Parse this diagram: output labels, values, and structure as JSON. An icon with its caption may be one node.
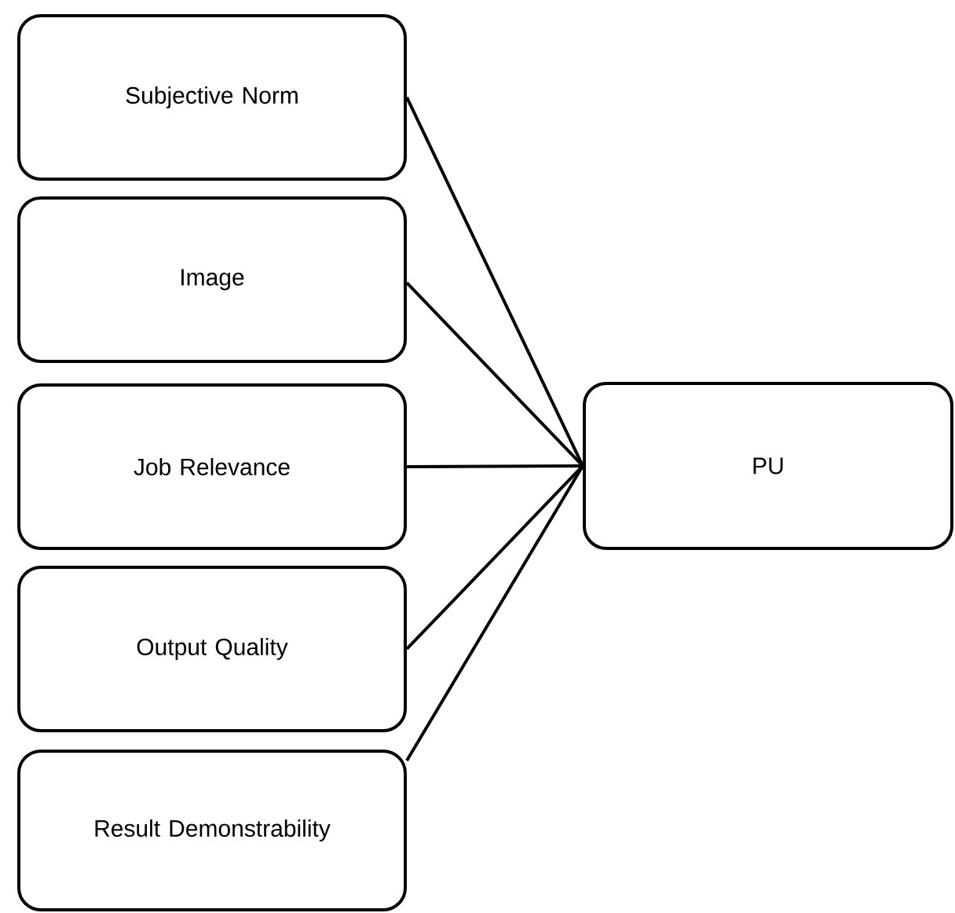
{
  "diagram": {
    "nodes": [
      {
        "text": [
          "Subjective Norm"
        ]
      },
      {
        "text": [
          "Image"
        ]
      },
      {
        "text": [
          "Job Relevance"
        ]
      },
      {
        "text": [
          "Output Quality"
        ]
      },
      {
        "text": [
          "Result Demonstrability"
        ]
      },
      {
        "text": [
          "PU"
        ]
      }
    ],
    "edges": [
      {
        "from": 0,
        "to": 5,
        "arrow": "none"
      },
      {
        "from": 1,
        "to": 5,
        "arrow": "none"
      },
      {
        "from": 2,
        "to": 5,
        "arrow": "none"
      },
      {
        "from": 3,
        "to": 5,
        "arrow": "none"
      },
      {
        "from": 4,
        "to": 5,
        "arrow": "none"
      }
    ]
  }
}
